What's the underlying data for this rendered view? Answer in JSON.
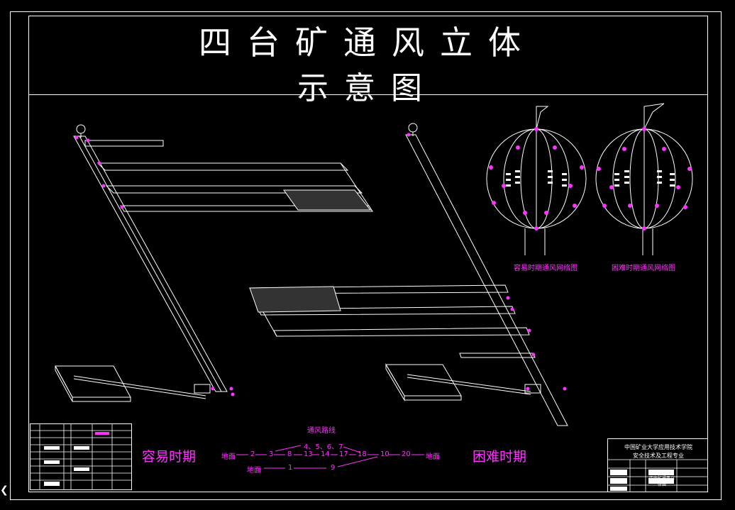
{
  "title": {
    "line1": "四台矿通风立体",
    "line2": "示意图"
  },
  "spheres": {
    "easy_caption": "容易时期通风网络图",
    "hard_caption": "困难时期通风网络图"
  },
  "periods": {
    "easy": "容易时期",
    "hard": "困难时期"
  },
  "flow": {
    "title": "通风路线",
    "row1_start": "地面",
    "row1_nodes": [
      "2",
      "3",
      "8",
      "13",
      "14",
      "17",
      "18",
      "10",
      "20"
    ],
    "row1_end": "地面",
    "branch_nodes": "4、5、6、7",
    "row2_start": "地面",
    "row2_nodes": [
      "1",
      "9"
    ]
  },
  "title_block": {
    "school": "中国矿业大学应用技术学院",
    "major": "安全技术及工程专业",
    "drawing_name": "四台矿通风立体图"
  },
  "colors": {
    "line": "#ffffff",
    "accent": "#ff33ff",
    "background": "#000000"
  }
}
